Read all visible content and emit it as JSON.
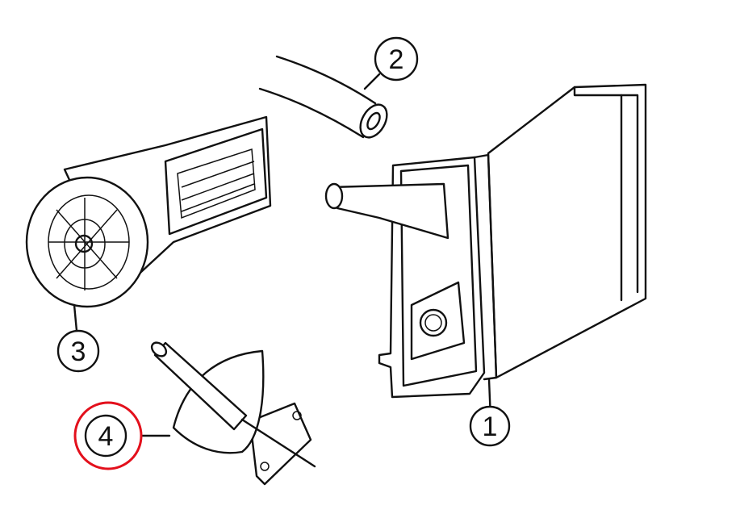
{
  "callouts": [
    {
      "id": "1",
      "label": "1",
      "part": "heater-core"
    },
    {
      "id": "2",
      "label": "2",
      "part": "hose"
    },
    {
      "id": "3",
      "label": "3",
      "part": "blower-fan"
    },
    {
      "id": "4",
      "label": "4",
      "part": "drain-tube-flap",
      "highlighted": true
    }
  ],
  "highlight_color": "#e3101c"
}
